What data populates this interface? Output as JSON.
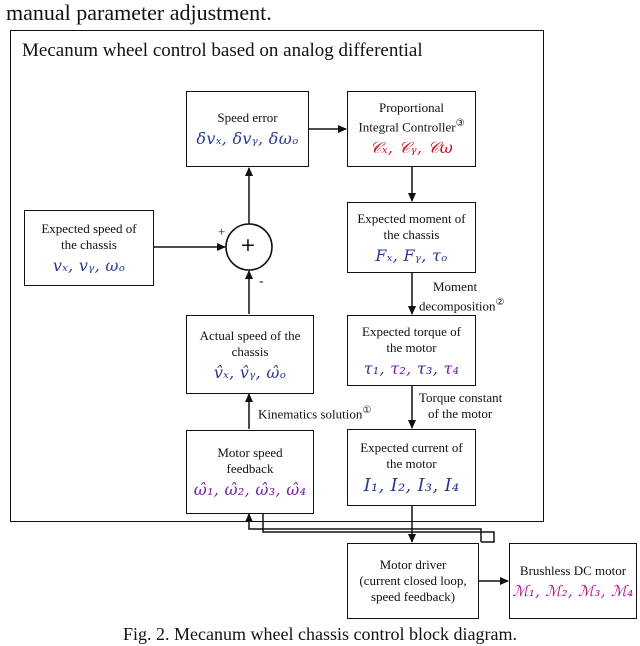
{
  "top_text": "manual parameter adjustment.",
  "frame": {
    "title": "Mecanum wheel control based on analog differential"
  },
  "blocks": {
    "speed_error": {
      "label": "Speed error",
      "math": "δvₓ, δvᵧ, δωₒ"
    },
    "pi_controller": {
      "label_1": "Proportional",
      "label_2": "Integral Controller",
      "marker": "③",
      "math": "𝒞ₓ, 𝒞ᵧ, 𝒞ω"
    },
    "expected_speed": {
      "label_1": "Expected speed of",
      "label_2": "the chassis",
      "math": "vₓ, vᵧ, ωₒ"
    },
    "sum_junction": {
      "symbol": "+",
      "plus": "+",
      "minus": "-"
    },
    "expected_moment": {
      "label_1": "Expected moment of",
      "label_2": "the chassis",
      "math": "Fₓ, Fᵧ, τₒ"
    },
    "actual_speed": {
      "label_1": "Actual speed of the",
      "label_2": "chassis",
      "math": "v̂ₓ, v̂ᵧ, ω̂ₒ"
    },
    "expected_torque": {
      "label_1": "Expected torque of",
      "label_2": "the motor",
      "math": "τ₁, τ₂, τ₃, τ₄"
    },
    "motor_feedback": {
      "label_1": "Motor speed",
      "label_2": "feedback",
      "math": "ω̂₁, ω̂₂, ω̂₃, ω̂₄"
    },
    "expected_current": {
      "label_1": "Expected current of",
      "label_2": "the motor",
      "math": "I₁, I₂, I₃, I₄"
    },
    "motor_driver": {
      "label_1": "Motor driver",
      "label_2": "(current closed loop,",
      "label_3": "speed feedback)"
    },
    "bldc_motor": {
      "label": "Brushless DC motor",
      "math": "ℳ₁, ℳ₂, ℳ₃, ℳ₄"
    }
  },
  "annotations": {
    "moment_1": "Moment",
    "moment_2": "decomposition",
    "moment_marker": "②",
    "kinematics": "Kinematics solution",
    "kinematics_marker": "①",
    "torque_1": "Torque constant",
    "torque_2": "of the motor"
  },
  "caption": "Fig. 2.  Mecanum wheel chassis control block diagram.",
  "colors": {
    "blue": "#2b3a8f",
    "red": "#c4161c",
    "green": "#1a7a2a",
    "purple": "#7a1fa0",
    "magenta": "#b0168a"
  }
}
